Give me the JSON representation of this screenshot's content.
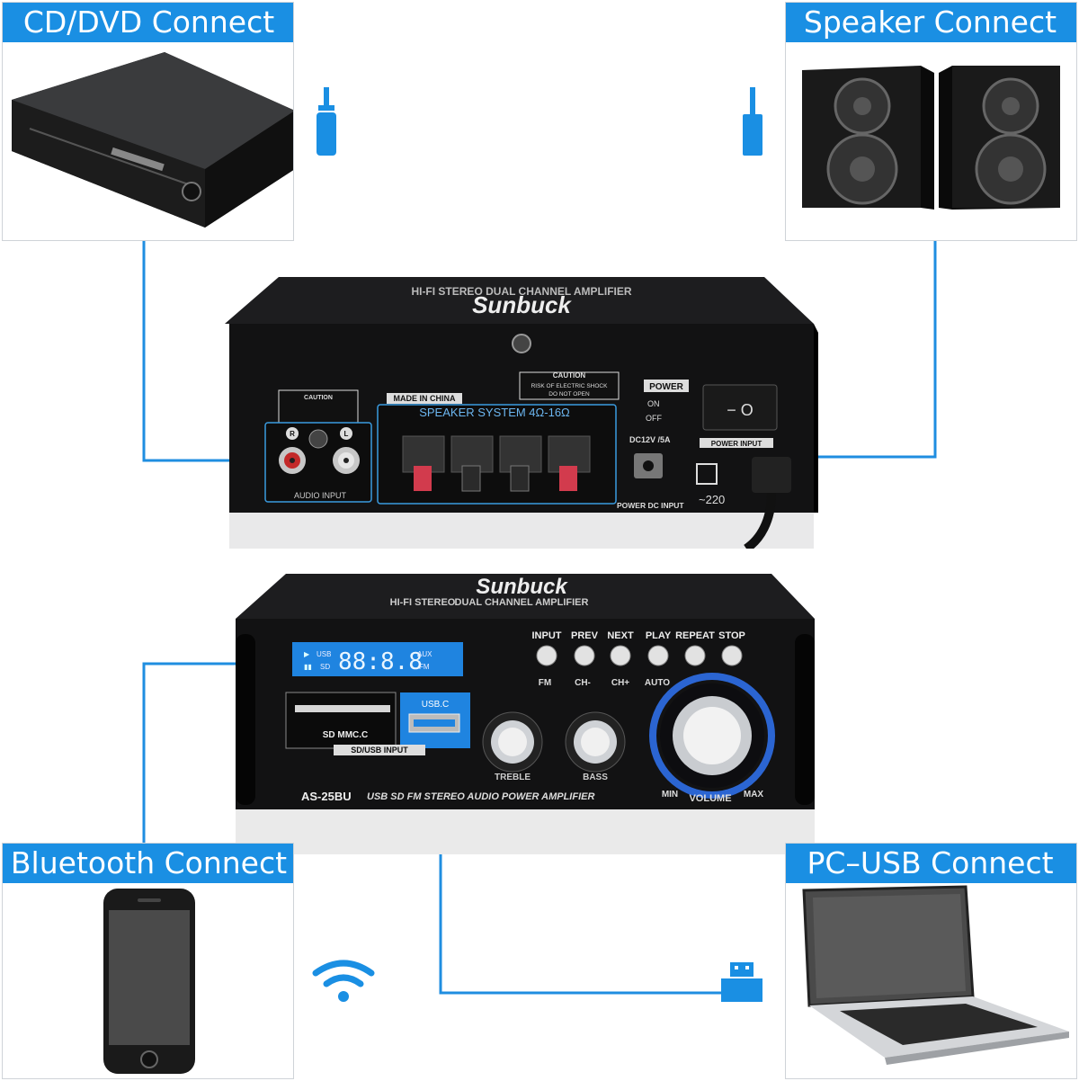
{
  "panels": {
    "cd_dvd": "CD/DVD Connect",
    "speaker": "Speaker Connect",
    "bluetooth": "Bluetooth Connect",
    "pc_usb": "PC–USB Connect"
  },
  "rear": {
    "brand": "Sunbuck",
    "subtitle": "HI-FI STEREO DUAL CHANNEL AMPLIFIER",
    "made_in": "MADE IN CHINA",
    "speaker_system": "SPEAKER SYSTEM 4Ω-16Ω",
    "caution": "CAUTION",
    "caution_text_1": "RISK OF ELECTRIC SHOCK",
    "caution_text_2": "DO NOT OPEN",
    "power": "POWER",
    "on": "ON",
    "off": "OFF",
    "power_input": "POWER INPUT",
    "dc_rating": "DC12V /5A",
    "power_dc_input": "POWER DC INPUT",
    "ac": "~220",
    "audio_input": "AUDIO INPUT",
    "channel_r": "R",
    "channel_l": "L"
  },
  "front": {
    "brand": "Sunbuck",
    "subtitle_1": "HI-FI STEREO",
    "subtitle_2": "DUAL CHANNEL AMPLIFIER",
    "display_digits": "88:8.8",
    "display_usb": "USB",
    "display_sd": "SD",
    "display_aux": "AUX",
    "display_fm": "FM",
    "buttons": [
      "INPUT",
      "PREV",
      "NEXT",
      "PLAY",
      "REPEAT",
      "STOP"
    ],
    "button_subs": [
      "FM",
      "CH-",
      "CH+",
      "AUTO"
    ],
    "sd_slot": "SD MMC.C",
    "usb_slot": "USB.C",
    "sd_usb_input": "SD/USB INPUT",
    "knob_treble": "TREBLE",
    "knob_bass": "BASS",
    "volume": "VOLUME",
    "vol_min": "MIN",
    "vol_max": "MAX",
    "model": "AS-25BU",
    "description": "USB SD FM STEREO AUDIO POWER AMPLIFIER"
  },
  "colors": {
    "accent": "#1a8fe3",
    "line": "#1f8ee0",
    "panel_border": "#cfd3d8",
    "device": "#131313"
  }
}
